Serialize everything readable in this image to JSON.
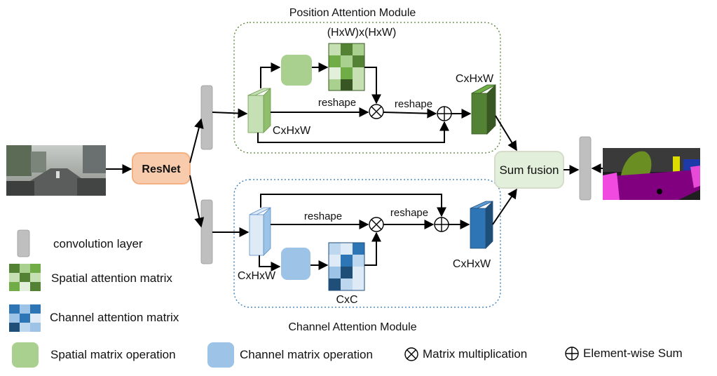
{
  "modules": {
    "position_title": "Position Attention Module",
    "channel_title": "Channel Attention Module"
  },
  "blocks": {
    "backbone": "ResNet",
    "fusion": "Sum fusion"
  },
  "position": {
    "matrix_label": "(HxW)x(HxW)",
    "input_label": "CxHxW",
    "output_label": "CxHxW",
    "reshape_a": "reshape",
    "reshape_b": "reshape"
  },
  "channel": {
    "matrix_label": "CxC",
    "input_label": "CxHxW",
    "output_label": "CxHxW",
    "reshape_a": "reshape",
    "reshape_b": "reshape"
  },
  "legend": {
    "conv": "convolution layer",
    "spatial_matrix": "Spatial attention matrix",
    "channel_matrix": "Channel attention matrix",
    "spatial_op": "Spatial matrix operation",
    "channel_op": "Channel matrix operation",
    "mat_mul": "Matrix multiplication",
    "elem_sum": "Element-wise Sum"
  },
  "colors": {
    "green_light": "#a9d08e",
    "green_dark": "#548235",
    "blue_light": "#9dc3e6",
    "blue_dark": "#2e75b6",
    "resnet_fill": "#f8cbad",
    "resnet_border": "#f4b183",
    "fusion_fill": "#e2efda",
    "conv_gray": "#bfbfbf"
  }
}
